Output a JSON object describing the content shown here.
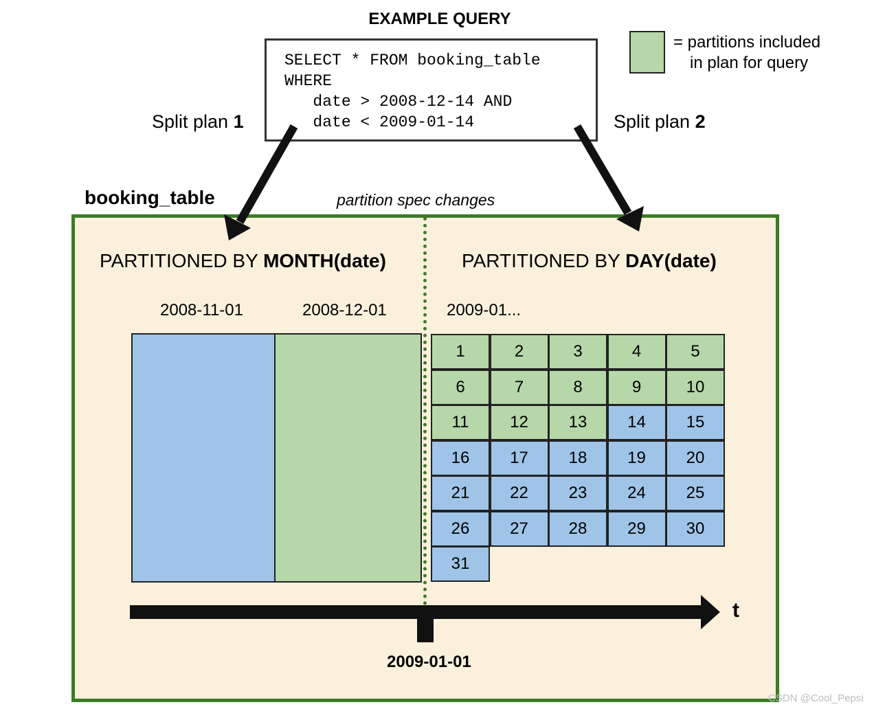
{
  "query": {
    "title": "EXAMPLE QUERY",
    "lines": [
      "SELECT * FROM booking_table",
      "WHERE",
      "   date > 2008-12-14 AND",
      "   date < 2009-01-14"
    ]
  },
  "legend": {
    "swatch_color": "#b6d7a8",
    "line1": "= partitions included",
    "line2": "in plan for query"
  },
  "split_plans": {
    "plan1": {
      "prefix": "Split plan ",
      "number": "1"
    },
    "plan2": {
      "prefix": "Split plan ",
      "number": "2"
    }
  },
  "table": {
    "name": "booking_table",
    "spec_change_label": "partition spec changes",
    "month_section": {
      "prefix": "PARTITIONED BY ",
      "emph": "MONTH(date)"
    },
    "day_section": {
      "prefix": "PARTITIONED BY ",
      "emph": "DAY(date)"
    },
    "month_partitions": [
      {
        "label": "2008-11-01",
        "included": false
      },
      {
        "label": "2008-12-01",
        "included": true
      }
    ],
    "day_section_label": "2009-01...",
    "day_partitions": [
      {
        "day": "1",
        "included": true
      },
      {
        "day": "2",
        "included": true
      },
      {
        "day": "3",
        "included": true
      },
      {
        "day": "4",
        "included": true
      },
      {
        "day": "5",
        "included": true
      },
      {
        "day": "6",
        "included": true
      },
      {
        "day": "7",
        "included": true
      },
      {
        "day": "8",
        "included": true
      },
      {
        "day": "9",
        "included": true
      },
      {
        "day": "10",
        "included": true
      },
      {
        "day": "11",
        "included": true
      },
      {
        "day": "12",
        "included": true
      },
      {
        "day": "13",
        "included": true
      },
      {
        "day": "14",
        "included": false
      },
      {
        "day": "15",
        "included": false
      },
      {
        "day": "16",
        "included": false
      },
      {
        "day": "17",
        "included": false
      },
      {
        "day": "18",
        "included": false
      },
      {
        "day": "19",
        "included": false
      },
      {
        "day": "20",
        "included": false
      },
      {
        "day": "21",
        "included": false
      },
      {
        "day": "22",
        "included": false
      },
      {
        "day": "23",
        "included": false
      },
      {
        "day": "24",
        "included": false
      },
      {
        "day": "25",
        "included": false
      },
      {
        "day": "26",
        "included": false
      },
      {
        "day": "27",
        "included": false
      },
      {
        "day": "28",
        "included": false
      },
      {
        "day": "29",
        "included": false
      },
      {
        "day": "30",
        "included": false
      },
      {
        "day": "31",
        "included": false
      }
    ]
  },
  "timeline": {
    "axis_label": "t",
    "tick_label": "2009-01-01"
  },
  "colors": {
    "included": "#b6d7a8",
    "excluded": "#9fc4e7",
    "panel_background": "#faf0dc",
    "panel_border": "#3a7c25"
  },
  "watermark": "CSDN @Cool_Pepsi"
}
